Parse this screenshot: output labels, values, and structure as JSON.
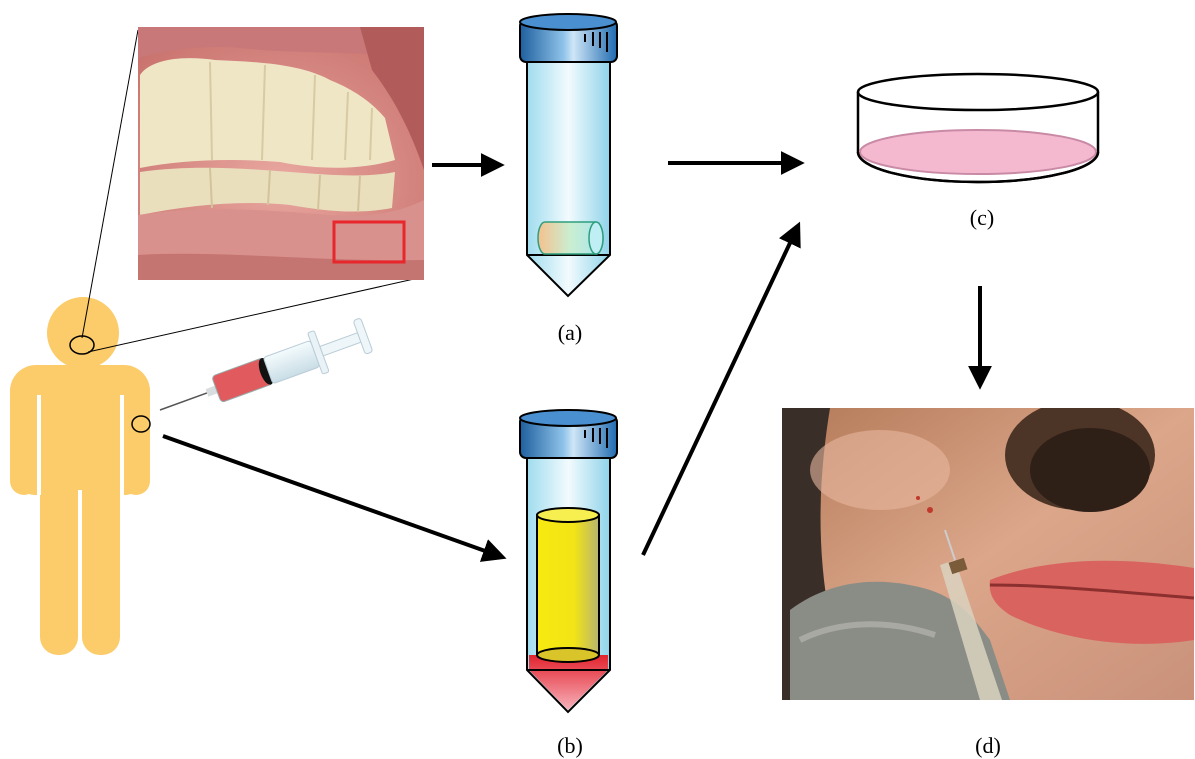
{
  "labels": {
    "a": "(a)",
    "b": "(b)",
    "c": "(c)",
    "d": "(d)"
  },
  "icons": {
    "person": "person-silhouette-icon",
    "syringe": "syringe-icon",
    "tube_a": "centrifuge-tube-icon",
    "tube_b": "centrifuge-tube-icon",
    "dish": "petri-dish-icon"
  },
  "colors": {
    "person": "#fccb6a",
    "tube_cap": "#2f7fc4",
    "tube_body": "#bfe9f4",
    "plasma": "#f2e315",
    "blood_layer": "#e8313d",
    "dish_medium": "#f4b9cf",
    "selection_box": "#e8262c"
  }
}
